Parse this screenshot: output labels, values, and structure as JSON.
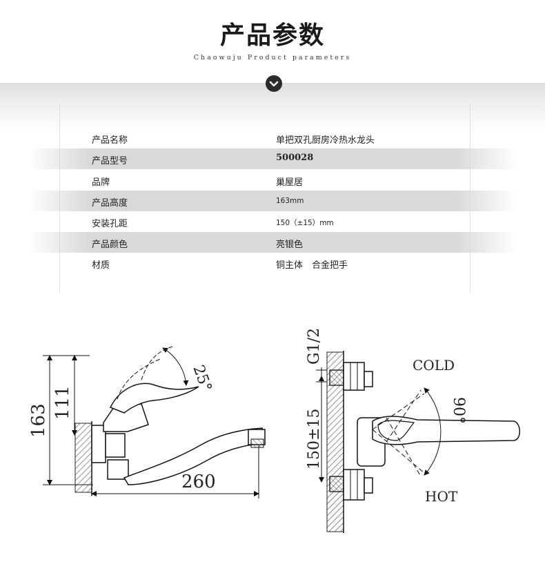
{
  "header": {
    "title": "产品参数",
    "subtitle": "Chaowuju Product parameters"
  },
  "specs": [
    {
      "label": "产品名称",
      "value": "单把双孔厨房冷热水龙头"
    },
    {
      "label": "产品型号",
      "value": "500028"
    },
    {
      "label": "品牌",
      "value": "巢屋居"
    },
    {
      "label": "产品高度",
      "value": "163mm"
    },
    {
      "label": "安装孔距",
      "value": "150（±15）mm"
    },
    {
      "label": "产品颜色",
      "value": "亮银色"
    },
    {
      "label": "材质",
      "value": "铜主体　合金把手"
    }
  ],
  "drawing": {
    "dim_163": "163",
    "dim_111": "111",
    "dim_260": "260",
    "angle_25": "25°",
    "dim_g12": "G1/2",
    "dim_150": "150±15",
    "angle_90": "90°",
    "label_cold": "COLD",
    "label_hot": "HOT"
  }
}
